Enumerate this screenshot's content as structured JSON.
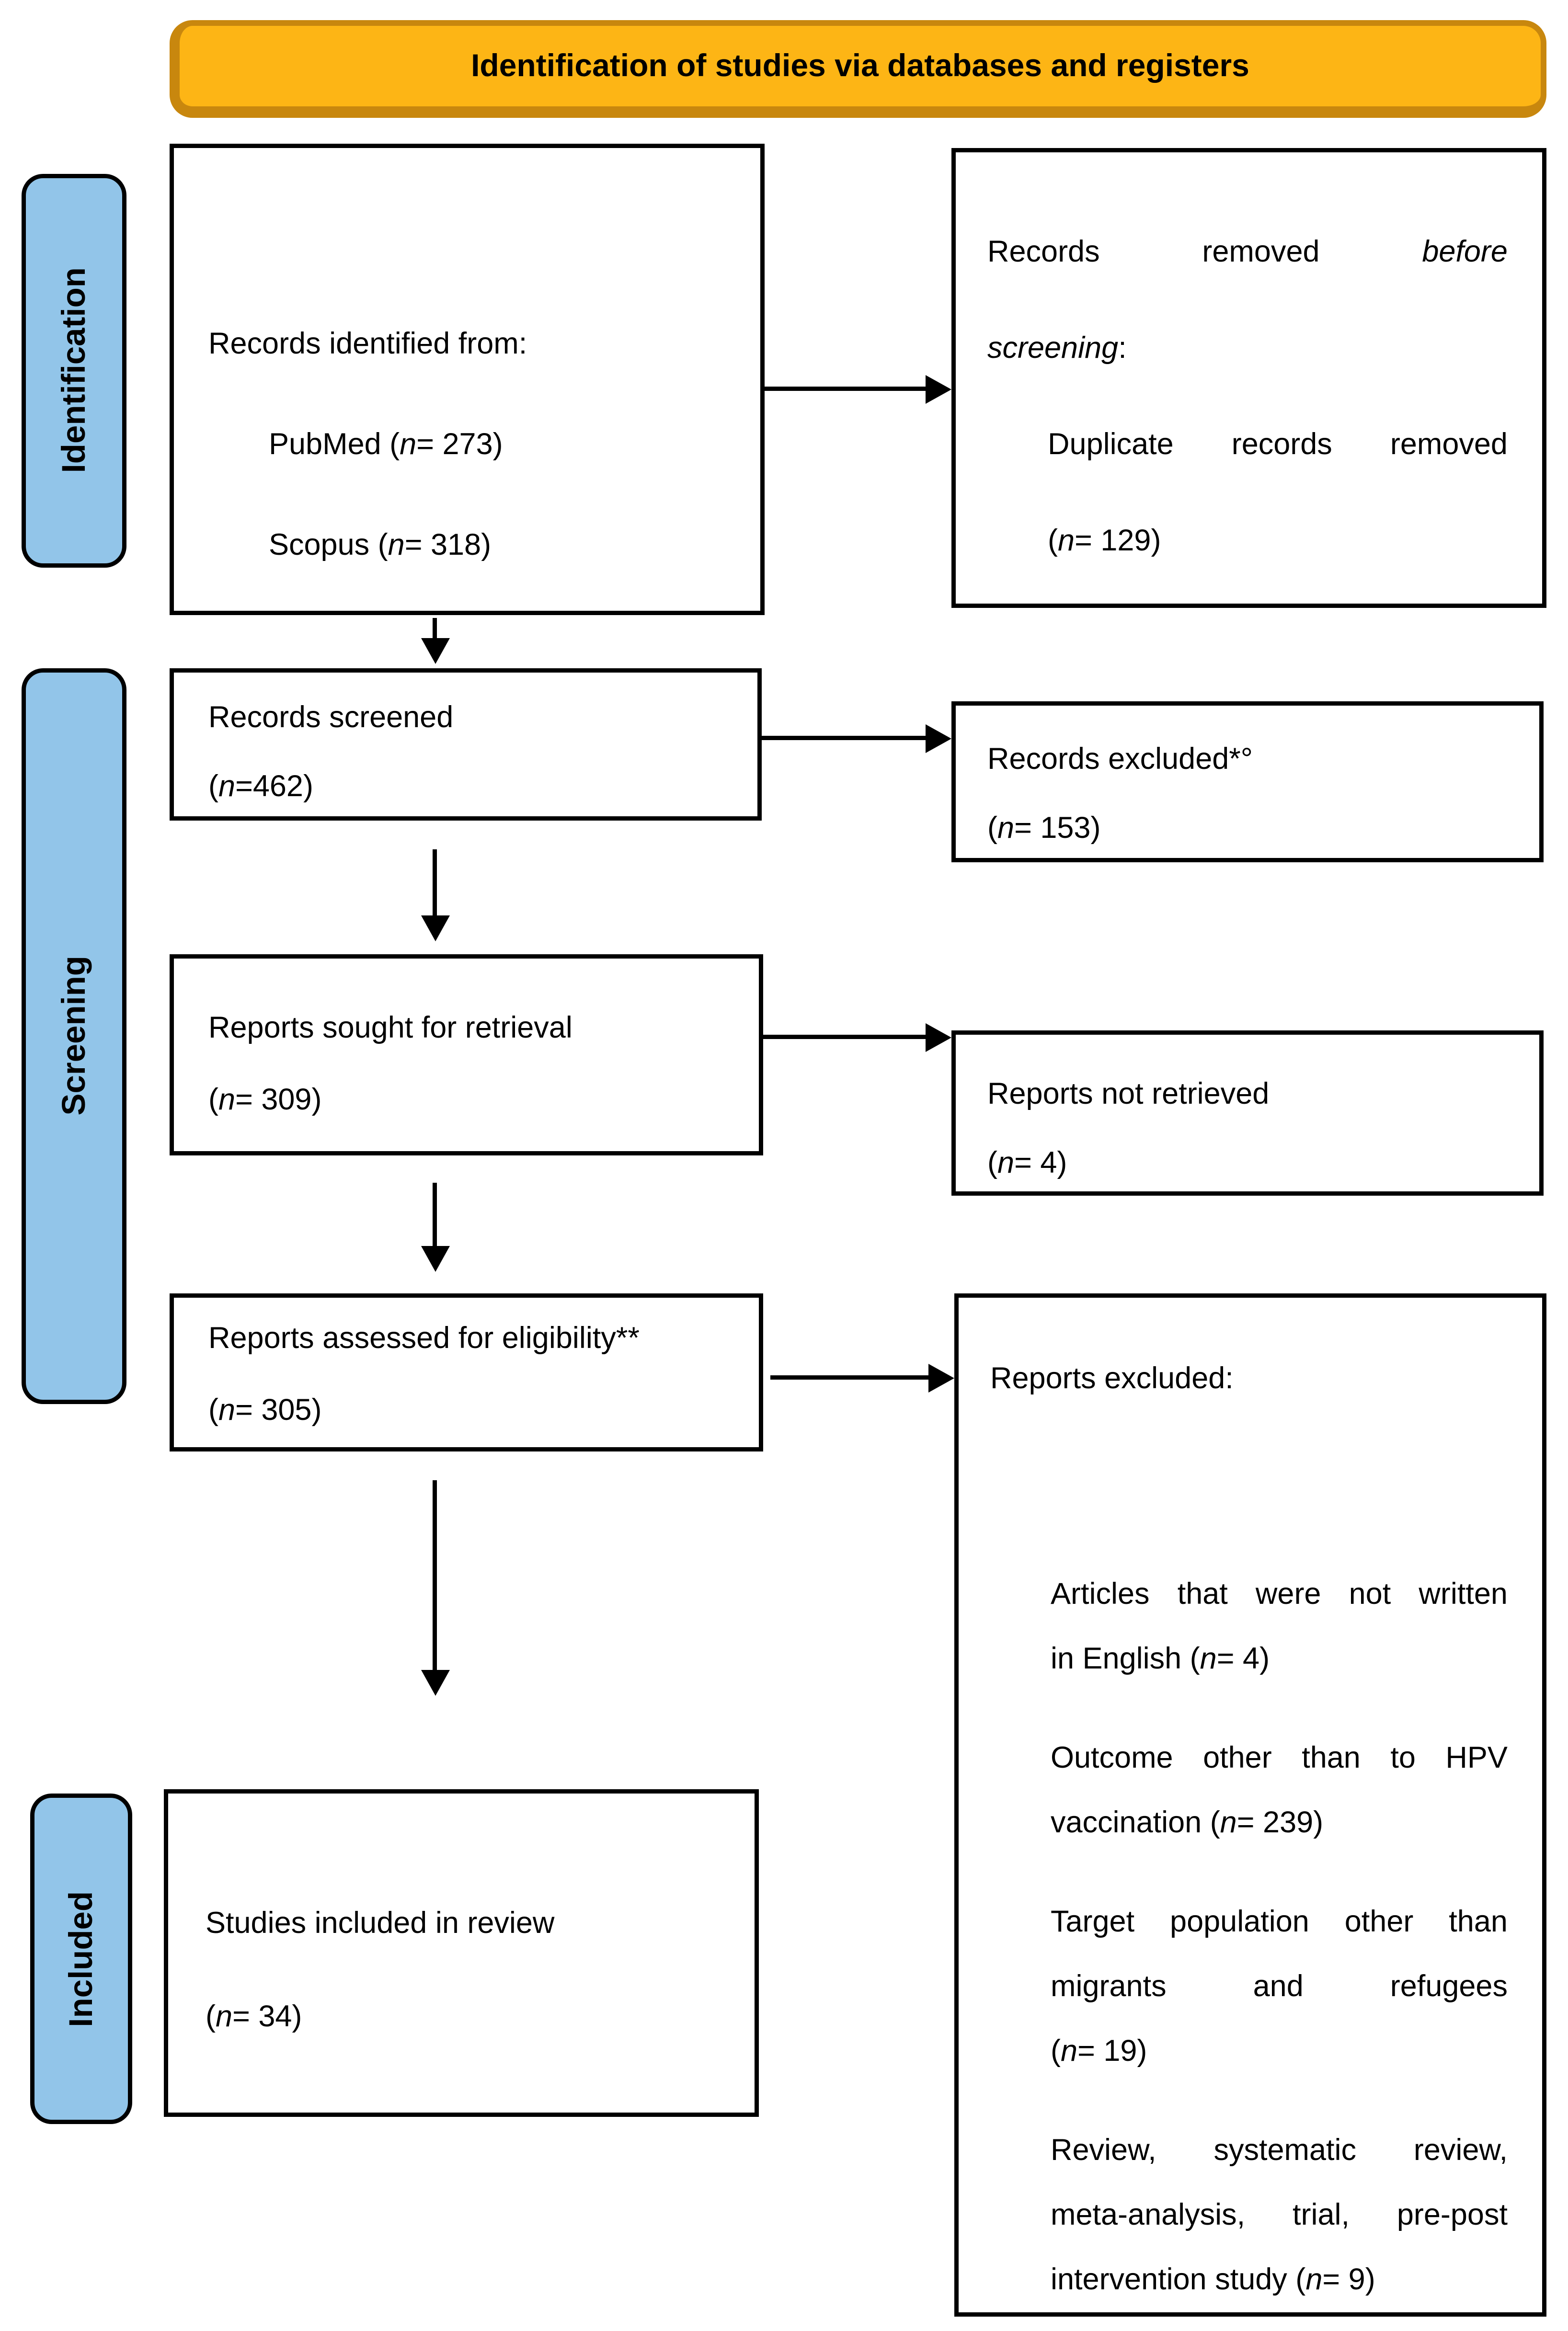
{
  "banner": {
    "label": "Identification of studies via databases and registers"
  },
  "sidebars": {
    "identification": {
      "label": "Identification"
    },
    "screening": {
      "label": "Screening"
    },
    "included": {
      "label": "Included"
    }
  },
  "boxes": {
    "records_identified": {
      "n_values": {
        "pubmed": 273,
        "scopus": 318
      },
      "paras": [
        {
          "just": false,
          "ind": false,
          "lines": [
            "Records identified from:"
          ]
        },
        {
          "just": false,
          "ind": true,
          "lines": [
            "PubMed (*n* = 273)"
          ]
        },
        {
          "just": false,
          "ind": true,
          "lines": [
            "Scopus (*n* = 318)"
          ]
        }
      ]
    },
    "records_removed": {
      "n_values": {
        "duplicates_removed": 129
      },
      "paras": [
        {
          "just": true,
          "ind": false,
          "lines": [
            "Records removed *before*",
            "*screening*:"
          ]
        },
        {
          "just": true,
          "ind": true,
          "lines": [
            "Duplicate records removed",
            "(*n* = 129)"
          ]
        }
      ]
    },
    "records_screened": {
      "n_values": {
        "screened": 462
      },
      "paras": [
        {
          "just": false,
          "ind": false,
          "lines": [
            "Records screened",
            "(*n* =462)"
          ]
        }
      ]
    },
    "records_excluded": {
      "n_values": {
        "excluded": 153
      },
      "paras": [
        {
          "just": false,
          "ind": false,
          "lines": [
            "Records excluded*°",
            "(*n* = 153)"
          ]
        }
      ]
    },
    "reports_sought": {
      "n_values": {
        "sought": 309
      },
      "paras": [
        {
          "just": false,
          "ind": false,
          "lines": [
            "Reports sought for retrieval",
            "(*n* = 309)"
          ]
        }
      ]
    },
    "reports_not_retrieved": {
      "n_values": {
        "not_retrieved": 4
      },
      "paras": [
        {
          "just": false,
          "ind": false,
          "lines": [
            "Reports not retrieved",
            "(*n* = 4)"
          ]
        }
      ]
    },
    "reports_assessed": {
      "n_values": {
        "assessed": 305
      },
      "paras": [
        {
          "just": false,
          "ind": false,
          "lines": [
            "Reports assessed for eligibility**",
            "(*n* = 305)"
          ]
        }
      ]
    },
    "reports_excluded": {
      "n_values": {
        "not_english": 4,
        "other_outcome": 239,
        "other_population": 19,
        "review_types": 9
      },
      "paras": [
        {
          "cls": "title",
          "just": false,
          "ind": false,
          "lines": [
            "Reports excluded:"
          ]
        },
        {
          "cls": "item",
          "just": true,
          "ind": true,
          "lines": [
            "Articles that were not written",
            "in English (*n* = 4)"
          ]
        },
        {
          "cls": "item",
          "just": true,
          "ind": true,
          "lines": [
            "Outcome other than to HPV",
            "vaccination (*n* = 239)"
          ]
        },
        {
          "cls": "item",
          "just": true,
          "ind": true,
          "lines": [
            "Target population other than",
            "migrants and refugees",
            "(*n* = 19)"
          ]
        },
        {
          "cls": "item",
          "just": true,
          "ind": true,
          "lines": [
            "Review, systematic review,",
            "meta-analysis, trial, pre-post",
            "intervention study (*n* = 9)"
          ]
        }
      ]
    },
    "studies_included": {
      "n_values": {
        "included": 34
      },
      "paras": [
        {
          "just": false,
          "ind": false,
          "lines": [
            "Studies included in review",
            "(*n* = 34)"
          ]
        }
      ]
    }
  },
  "colors": {
    "banner_fill": "#FDB515",
    "banner_border": "#C8870E",
    "sidebar_fill": "#92C5E9",
    "box_border": "#000000",
    "text": "#000000"
  }
}
